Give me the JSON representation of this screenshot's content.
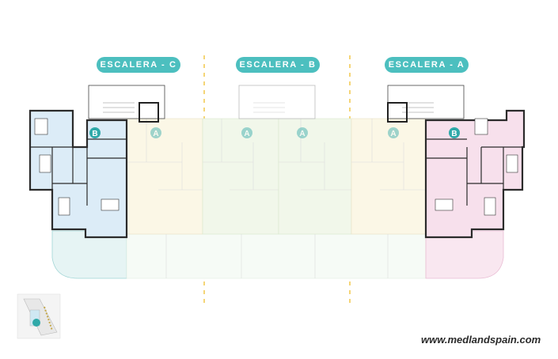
{
  "stairs": [
    {
      "label": "ESCALERA - C"
    },
    {
      "label": "ESCALERA - B"
    },
    {
      "label": "ESCALERA - A"
    }
  ],
  "markers": {
    "c_left": "B",
    "b1": "A",
    "b2": "A",
    "b3": "A",
    "b4": "A",
    "a_right": "B"
  },
  "watermark": "www.medlandspain.com",
  "colors": {
    "accent": "#4cbfbf",
    "unit_blue": "#dcecf7",
    "unit_pink": "#f7e0ec",
    "unit_green_faded": "#f1f7ea",
    "unit_yellow_faded": "#fbf7e6",
    "terrace_teal": "#e6f4f4",
    "wall": "#2b2b2b",
    "guide_line": "#f2c74a"
  }
}
